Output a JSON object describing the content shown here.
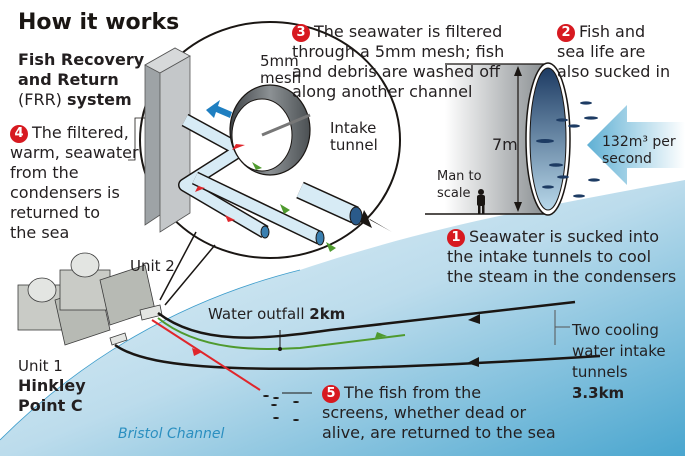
{
  "title": "How it works",
  "subtitle": {
    "line1": "Fish Recovery",
    "line2": "and Return",
    "line3_plain": "(FRR)",
    "line3_bold": "system"
  },
  "steps": [
    {
      "number": "1",
      "lines": [
        "Seawater is sucked into",
        "the intake tunnels to cool",
        "the steam in the condensers"
      ]
    },
    {
      "number": "2",
      "lines": [
        "Fish and",
        "sea life are",
        "also sucked in"
      ]
    },
    {
      "number": "3",
      "lines": [
        "The seawater is filtered",
        "through a 5mm mesh; fish",
        "and debris are washed off",
        "along another channel"
      ]
    },
    {
      "number": "4",
      "lines": [
        "The filtered,",
        "warm, seawater",
        "from the",
        "condensers is",
        "returned to",
        "the sea"
      ]
    },
    {
      "number": "5",
      "lines": [
        "The fish from the",
        "screens, whether dead or",
        "alive, are returned to the sea"
      ]
    }
  ],
  "labels": {
    "mesh_line1": "5mm",
    "mesh_line2": "mesh",
    "intake_line1": "Intake",
    "intake_line2": "tunnel",
    "diameter": "7m",
    "man_line1": "Man to",
    "man_line2": "scale",
    "flow_line1": "132m³ per",
    "flow_line2": "second",
    "unit2": "Unit 2",
    "unit1": "Unit 1",
    "site_line1": "Hinkley",
    "site_line2": "Point C",
    "outfall_plain": "Water outfall",
    "outfall_bold": "2km",
    "tunnels_line1": "Two cooling",
    "tunnels_line2": "water intake",
    "tunnels_line3": "tunnels",
    "tunnels_bold": "3.3km",
    "sea": "Bristol Channel"
  },
  "colors": {
    "badge": "#d71920",
    "sea_light": "#d8ecf5",
    "sea_dark": "#4aa6cf",
    "outfall_line": "#4f9a2e",
    "fish_return_line": "#e0262b",
    "tunnel_line": "#1a1613"
  }
}
